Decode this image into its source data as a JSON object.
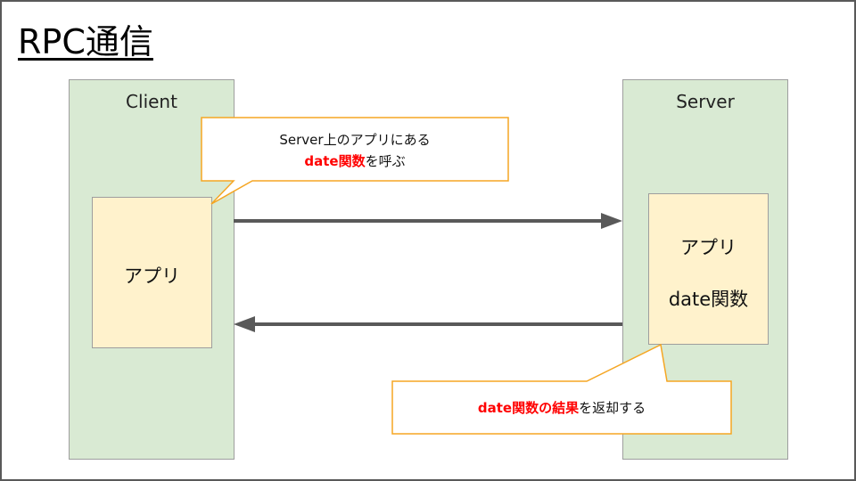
{
  "title": "RPC通信",
  "client": {
    "label": "Client",
    "app_label": "アプリ"
  },
  "server": {
    "label": "Server",
    "app_label": "アプリ",
    "func_label": "date関数"
  },
  "callout_request": {
    "line1": "Server上のアプリにある",
    "line2_highlight": "date関数",
    "line2_rest": "を呼ぶ"
  },
  "callout_response": {
    "highlight": "date関数の結果",
    "rest": "を返却する"
  },
  "colors": {
    "column_fill": "#d9ead3",
    "app_fill": "#fff2cc",
    "callout_border": "#f5a623",
    "arrow": "#595959",
    "highlight_text": "#ff0000"
  }
}
